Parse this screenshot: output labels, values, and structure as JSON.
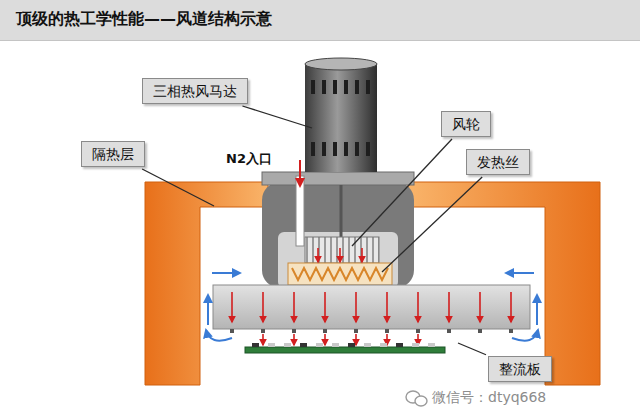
{
  "diagram": {
    "title": "顶级的热工学性能——风道结构示意",
    "nodes": [
      {
        "text": [
          "三相热风马达"
        ]
      },
      {
        "text": [
          "风轮"
        ]
      },
      {
        "text": [
          "隔热层"
        ]
      },
      {
        "text": [
          "发热丝"
        ]
      },
      {
        "text": [
          "整流板"
        ]
      }
    ],
    "labels": [
      "N2入口",
      "微信号：dtyq668"
    ]
  }
}
